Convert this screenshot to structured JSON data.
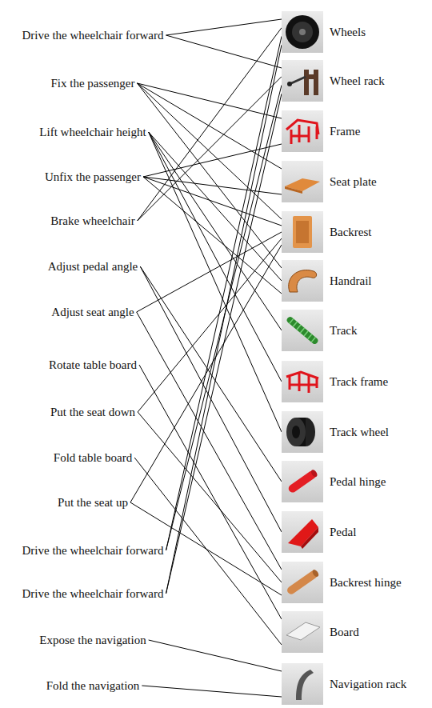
{
  "diagram": {
    "nodes": [
      {
        "text": [
          "Drive the wheelchair forward"
        ]
      },
      {
        "text": [
          "Fix the passenger"
        ]
      },
      {
        "text": [
          "Lift wheelchair height"
        ]
      },
      {
        "text": [
          "Unfix the passenger"
        ]
      },
      {
        "text": [
          "Brake wheelchair"
        ]
      },
      {
        "text": [
          "Adjust pedal angle"
        ]
      },
      {
        "text": [
          "Adjust seat angle"
        ]
      },
      {
        "text": [
          "Rotate table board"
        ]
      },
      {
        "text": [
          "Put the seat down"
        ]
      },
      {
        "text": [
          "Fold table board"
        ]
      },
      {
        "text": [
          "Put the seat up"
        ]
      },
      {
        "text": [
          "Drive the wheelchair forward"
        ]
      },
      {
        "text": [
          "Drive the wheelchair forward"
        ]
      },
      {
        "text": [
          "Expose the navigation"
        ]
      },
      {
        "text": [
          "Fold the navigation"
        ]
      },
      {
        "text": [
          "Wheels"
        ]
      },
      {
        "text": [
          "Wheel rack"
        ]
      },
      {
        "text": [
          "Frame"
        ]
      },
      {
        "text": [
          "Seat plate"
        ]
      },
      {
        "text": [
          "Backrest"
        ]
      },
      {
        "text": [
          "Handrail"
        ]
      },
      {
        "text": [
          "Track"
        ]
      },
      {
        "text": [
          "Track frame"
        ]
      },
      {
        "text": [
          "Track wheel"
        ]
      },
      {
        "text": [
          "Pedal hinge"
        ]
      },
      {
        "text": [
          "Pedal"
        ]
      },
      {
        "text": [
          "Backrest hinge"
        ]
      },
      {
        "text": [
          "Board"
        ]
      },
      {
        "text": [
          "Navigation rack"
        ]
      }
    ],
    "edges": [
      {
        "from": 0,
        "to": 15,
        "arrow": "none"
      },
      {
        "from": 0,
        "to": 16,
        "arrow": "none"
      },
      {
        "from": 1,
        "to": 17,
        "arrow": "none"
      },
      {
        "from": 1,
        "to": 18,
        "arrow": "none"
      },
      {
        "from": 1,
        "to": 19,
        "arrow": "none"
      },
      {
        "from": 1,
        "to": 20,
        "arrow": "none"
      },
      {
        "from": 2,
        "to": 20,
        "arrow": "none"
      },
      {
        "from": 2,
        "to": 21,
        "arrow": "none"
      },
      {
        "from": 2,
        "to": 22,
        "arrow": "none"
      },
      {
        "from": 2,
        "to": 23,
        "arrow": "none"
      },
      {
        "from": 3,
        "to": 17,
        "arrow": "none"
      },
      {
        "from": 3,
        "to": 18,
        "arrow": "none"
      },
      {
        "from": 3,
        "to": 19,
        "arrow": "none"
      },
      {
        "from": 3,
        "to": 20,
        "arrow": "none"
      },
      {
        "from": 4,
        "to": 15,
        "arrow": "none"
      },
      {
        "from": 4,
        "to": 16,
        "arrow": "none"
      },
      {
        "from": 5,
        "to": 24,
        "arrow": "none"
      },
      {
        "from": 5,
        "to": 25,
        "arrow": "none"
      },
      {
        "from": 6,
        "to": 19,
        "arrow": "none"
      },
      {
        "from": 6,
        "to": 26,
        "arrow": "none"
      },
      {
        "from": 7,
        "to": 27,
        "arrow": "none"
      },
      {
        "from": 8,
        "to": 19,
        "arrow": "none"
      },
      {
        "from": 8,
        "to": 26,
        "arrow": "none"
      },
      {
        "from": 9,
        "to": 27,
        "arrow": "none"
      },
      {
        "from": 10,
        "to": 19,
        "arrow": "none"
      },
      {
        "from": 10,
        "to": 26,
        "arrow": "none"
      },
      {
        "from": 11,
        "to": 15,
        "arrow": "none"
      },
      {
        "from": 11,
        "to": 16,
        "arrow": "none"
      },
      {
        "from": 12,
        "to": 15,
        "arrow": "none"
      },
      {
        "from": 12,
        "to": 16,
        "arrow": "none"
      },
      {
        "from": 13,
        "to": 28,
        "arrow": "none"
      },
      {
        "from": 14,
        "to": 28,
        "arrow": "none"
      }
    ]
  }
}
